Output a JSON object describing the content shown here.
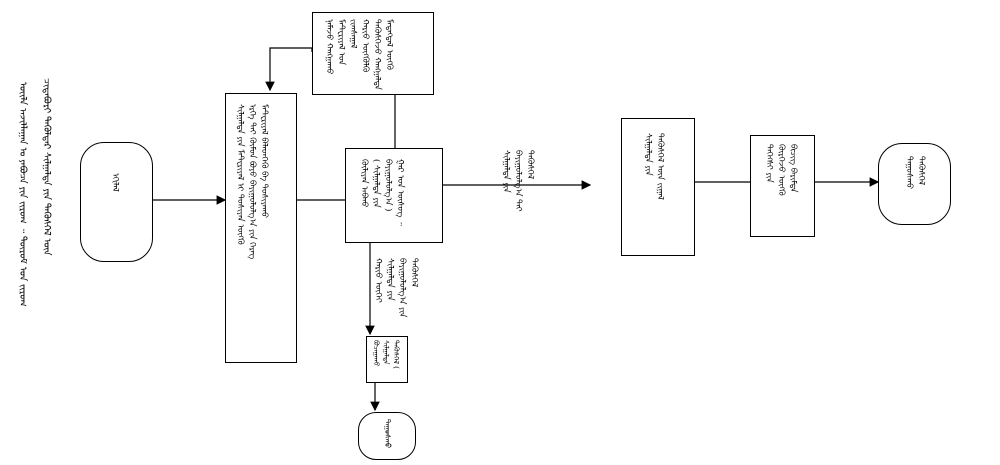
{
  "title": {
    "lines": [
      "ᠴᠢᠳᠠᠪᠤᠷᠢ ᠲᠡᠭᠦᠯᠳᠡᠷ ᠰᠢᠯᠭᠠᠯᠲᠠ ᠶᠢᠨ ᠲᠡᠭᠦᠰᠬᠡᠯ ᠦᠨ",
      "ᠦᠢᠯᠡ ᠠᠵᠢᠯᠯᠠᠭᠠᠨ ᠤ ᠶᠠᠪᠤᠴᠠ ᠶᠢᠨ ᠵᠢᠷᠤᠭ ᠃ ᠳᠦᠷᠦᠮ ᠤᠨ ᠵᠢᠷᠤᠭ"
    ]
  },
  "nodes": {
    "start": "ᠡᠬᠢᠯᠡᠯ",
    "submit": "ᠰᠢᠯᠭᠠᠯᠲᠠ ᠶᠢᠨ ᠮᠠᠲ᠋ᠧᠷᠢᠶᠠᠯ ᠢ ᠲᠤᠰᠢᠶᠠᠨ ᠦᠭᠬᠦ\nᠡᠷᠬᠡ ᠲᠠᠢ ᠬᠦᠮᠦᠨ ᠪᠤᠶᠤ ᠪᠠᠶᠢᠭᠤᠯᠤᠯᠭ᠎ᠠ ᠶᠢᠨ ᠬᠡᠷᠡᠭ\nᠮᠠᠲ᠋ᠧᠷᠢᠶᠠᠯ ᠪᠡᠯᠡᠳᠬᠡᠬᠦ ᠪᠠ ᠲᠤᠰᠢᠶᠠᠬᠤ",
    "supplement": "ᠨᠡᠮᠡᠵᠦ ᠬᠠᠩᠭᠠᠬᠤ\nᠮᠠᠲ᠋ᠧᠷᠢᠶᠠᠯ ᠤᠨ ᠵᠢᠭᠰᠠᠭᠠᠯ\nᠬᠠᠷᠢᠤ ᠦᠭᠭᠦᠯᠬᠦ\nᠲᠡᠭᠦᠰᠬᠡᠵᠦ ᠬᠠᠩᠭᠠᠯᠲᠠ\nᠮᠡᠳᠡᠭᠳᠡᠯ ᠦᠭᠬᠦ",
    "review": "ᠬᠦᠯᠢᠶᠡᠨ ᠠᠪᠬᠤ\n( ᠰᠢᠯᠭᠠᠯᠲᠠ ᠶᠢᠨ\nᠪᠠᠶᠢᠭᠤᠯᠤᠯᠭ᠎ᠠ )\nᠭᠠᠷ ᠤᠨ ᠦᠰᠦᠭ ᠃",
    "approve": "ᠰᠢᠯᠭᠠᠯᠲᠠ ᠶᠢᠨ\nᠲᠡᠭᠦᠰᠬᠡᠯ ᠦᠨ ᠵᠢᠭᠠᠯ",
    "deliver": "ᠳᠡᠭᠡᠭᠰᠢ ᠶᠢᠨ\nᠬᠦᠷᠭᠡᠵᠦ ᠦᠭᠬᠦ\nᠪᠢᠴᠢᠭ ᠪᠠᠷᠢᠮᠲᠠ",
    "end_right": "ᠳᠠᠭᠤᠰᠬᠤ\nᠲᠡᠭᠦᠰᠬᠡᠯ",
    "reject": "ᠪᠤᠴᠠᠭᠠᠬᠤ\nᠰᠢᠯᠭᠠᠯᠲᠠ\nᠲᠡᠭᠦᠰᠬᠡᠯ (",
    "end_bottom": "ᠳᠠᠭᠤᠰᠬᠤ"
  },
  "edges": {
    "to_approve": "ᠰᠢᠯᠭᠠᠯᠲᠠ ᠶᠢᠨ\nᠪᠠᠶᠢᠭᠤᠯᠤᠯᠭ᠎ᠠ ᠲᠠᠢ\nᠲᠡᠭᠦᠰᠬᠡᠯ",
    "to_reject": "ᠬᠠᠷᠢᠤ ᠦᠭᠡᠢ\nᠰᠢᠯᠭᠠᠯᠲᠠ ᠶᠢᠨ\nᠪᠠᠶᠢᠭᠤᠯᠤᠯᠭ᠎ᠠ ᠶᠢᠨ\nᠲᠡᠭᠦᠰᠬᠡᠯ"
  }
}
